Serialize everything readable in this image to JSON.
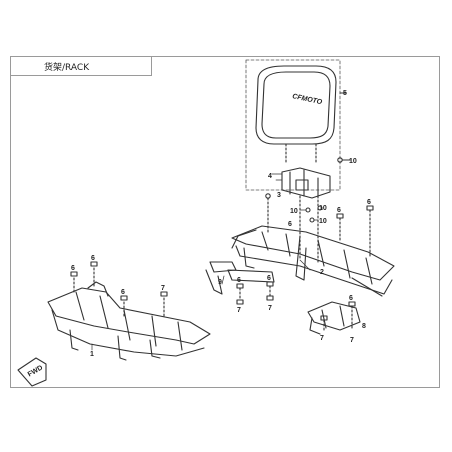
{
  "title": "货架/RACK",
  "callouts": {
    "c1": "1",
    "c2": "2",
    "c3": "3",
    "c4": "4",
    "c5": "5",
    "c6a": "6",
    "c6b": "6",
    "c6c": "6",
    "c6d": "6",
    "c6e": "6",
    "c6f": "6",
    "c6g": "6",
    "c6h": "6",
    "c6i": "6",
    "c7a": "7",
    "c7b": "7",
    "c7c": "7",
    "c7d": "7",
    "c7e": "7",
    "c8": "8",
    "c9": "9",
    "c10a": "10",
    "c10b": "10",
    "c10c": "10",
    "c10d": "10"
  },
  "backrest_logo": "CFMOTO",
  "fwd_label": "FWD"
}
